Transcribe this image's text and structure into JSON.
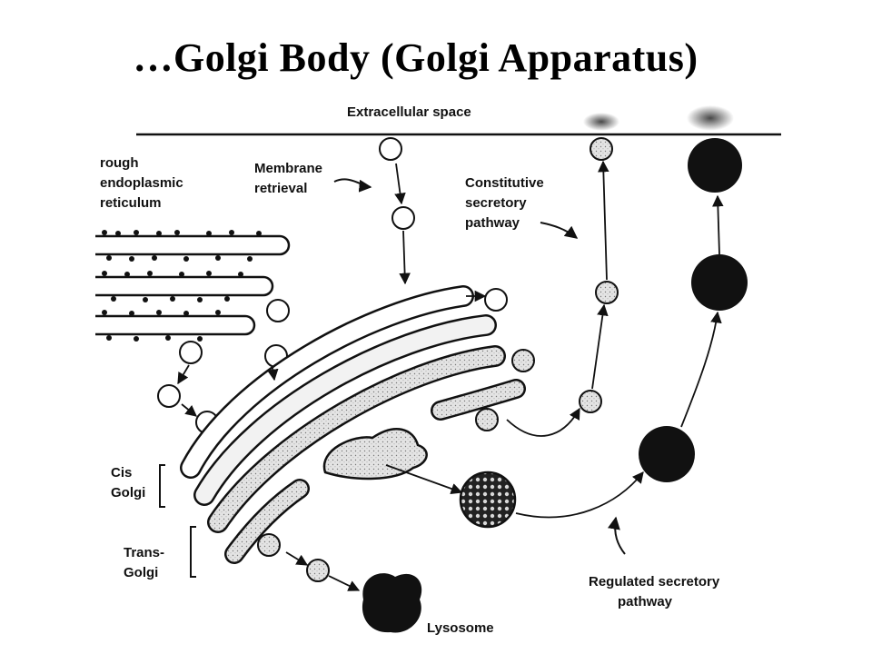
{
  "slide": {
    "title": "…Golgi Body (Golgi Apparatus)"
  },
  "labels": {
    "extracellular": "Extracellular space",
    "rer_1": "rough",
    "rer_2": "endoplasmic",
    "rer_3": "reticulum",
    "membrane_1": "Membrane",
    "membrane_2": "retrieval",
    "constitutive_1": "Constitutive",
    "constitutive_2": "secretory",
    "constitutive_3": "pathway",
    "cis_1": "Cis",
    "cis_2": "Golgi",
    "trans_1": "Trans-",
    "trans_2": "Golgi",
    "regulated_1": "Regulated secretory",
    "regulated_2": "pathway",
    "lysosome": "Lysosome"
  }
}
